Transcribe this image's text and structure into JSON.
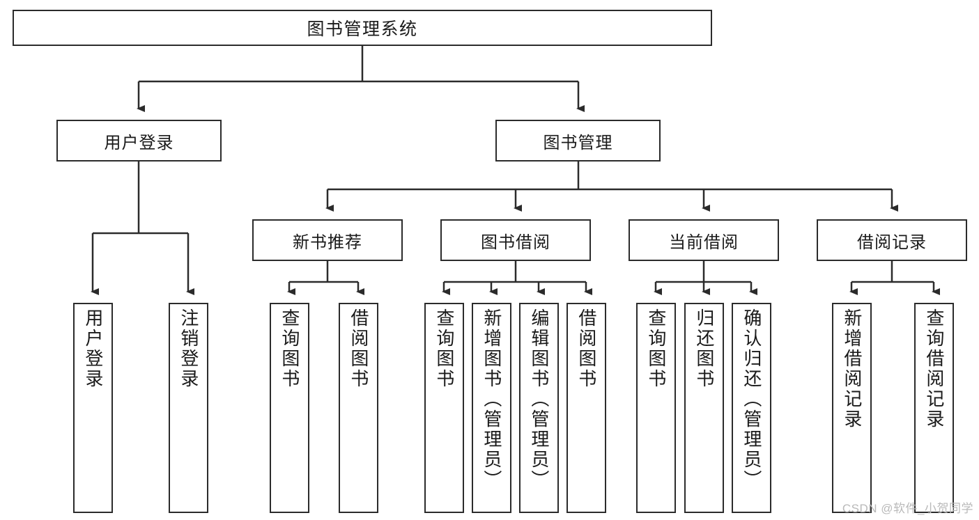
{
  "diagram": {
    "type": "tree-hierarchy",
    "title": "图书管理系统",
    "watermark": "CSDN @软件_小贺同学",
    "colors": {
      "stroke": "#2b2b2b",
      "fill": "#ffffff",
      "text": "#1a1a1a",
      "watermark": "#b9b9b9"
    },
    "nodes": {
      "root": {
        "label": "图书管理系统"
      },
      "level2": [
        {
          "id": "user-login",
          "label": "用户登录"
        },
        {
          "id": "book-manage",
          "label": "图书管理"
        }
      ],
      "level3": [
        {
          "id": "new-book-rec",
          "label": "新书推荐"
        },
        {
          "id": "book-borrow",
          "label": "图书借阅"
        },
        {
          "id": "current-borrow",
          "label": "当前借阅"
        },
        {
          "id": "borrow-record",
          "label": "借阅记录"
        }
      ],
      "level4": [
        {
          "id": "leaf-user-login",
          "label": "用户登录",
          "parent": "user-login"
        },
        {
          "id": "leaf-logout-login",
          "label": "注销登录",
          "parent": "user-login"
        },
        {
          "id": "leaf-query-book-1",
          "label": "查询图书",
          "parent": "new-book-rec"
        },
        {
          "id": "leaf-borrow-book-1",
          "label": "借阅图书",
          "parent": "new-book-rec"
        },
        {
          "id": "leaf-query-book-2",
          "label": "查询图书",
          "parent": "book-borrow"
        },
        {
          "id": "leaf-add-book",
          "label": "新增图书（管理员）",
          "parent": "book-borrow"
        },
        {
          "id": "leaf-edit-book",
          "label": "编辑图书（管理员）",
          "parent": "book-borrow"
        },
        {
          "id": "leaf-borrow-book-2",
          "label": "借阅图书",
          "parent": "book-borrow"
        },
        {
          "id": "leaf-query-book-3",
          "label": "查询图书",
          "parent": "current-borrow"
        },
        {
          "id": "leaf-return-book",
          "label": "归还图书",
          "parent": "current-borrow"
        },
        {
          "id": "leaf-confirm-return",
          "label": "确认归还（管理员）",
          "parent": "current-borrow"
        },
        {
          "id": "leaf-add-record",
          "label": "新增借阅记录",
          "parent": "borrow-record"
        },
        {
          "id": "leaf-query-record",
          "label": "查询借阅记录",
          "parent": "borrow-record"
        }
      ]
    }
  }
}
